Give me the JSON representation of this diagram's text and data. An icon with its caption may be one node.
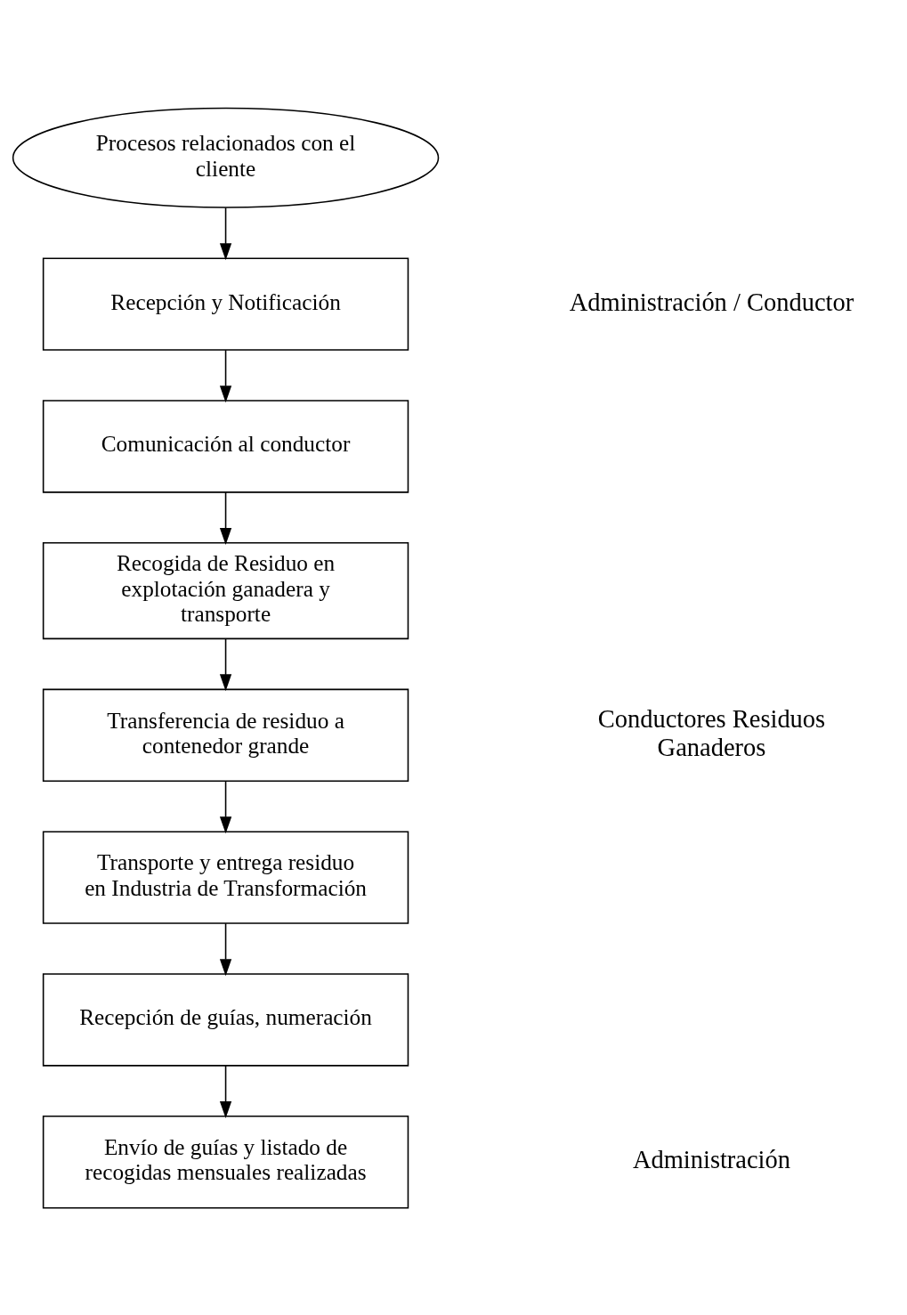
{
  "diagram": {
    "nodes": [
      {
        "text": [
          "Procesos relacionados con el cliente"
        ]
      },
      {
        "text": [
          "Recepción y Notificación"
        ]
      },
      {
        "text": [
          "Comunicación al conductor"
        ]
      },
      {
        "text": [
          "Recogida de Residuo en explotación ganadera y transporte"
        ]
      },
      {
        "text": [
          "Transferencia de residuo a contenedor grande"
        ]
      },
      {
        "text": [
          "Transporte y entrega residuo en Industria de Transformación"
        ]
      },
      {
        "text": [
          "Recepción de guías, numeración"
        ]
      },
      {
        "text": [
          "Envío de guías y listado de recogidas mensuales realizadas"
        ]
      }
    ],
    "edges": [
      {
        "from": 0,
        "to": 1,
        "arrow": "to"
      },
      {
        "from": 1,
        "to": 2,
        "arrow": "to"
      },
      {
        "from": 2,
        "to": 3,
        "arrow": "to"
      },
      {
        "from": 3,
        "to": 4,
        "arrow": "to"
      },
      {
        "from": 4,
        "to": 5,
        "arrow": "to"
      },
      {
        "from": 5,
        "to": 6,
        "arrow": "to"
      },
      {
        "from": 6,
        "to": 7,
        "arrow": "to"
      }
    ],
    "labels": [
      "Administración / Conductor",
      "Conductores Residuos Ganaderos",
      "Administración"
    ]
  }
}
